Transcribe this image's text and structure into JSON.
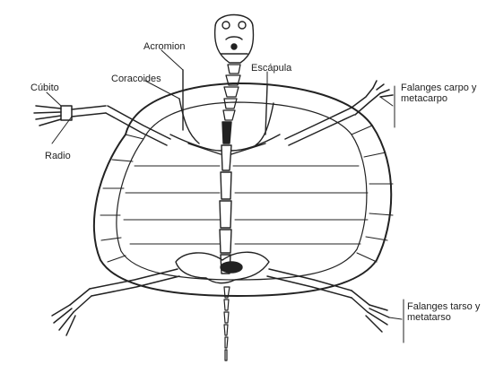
{
  "labels": {
    "acromion": "Acromion",
    "coracoides": "Coracoides",
    "escapula": "Escápula",
    "cubito": "Cúbito",
    "radio": "Radio",
    "falanges_carpo": "Falanges carpo y metacarpo",
    "falanges_tarso": "Falanges tarso y metatarso"
  }
}
